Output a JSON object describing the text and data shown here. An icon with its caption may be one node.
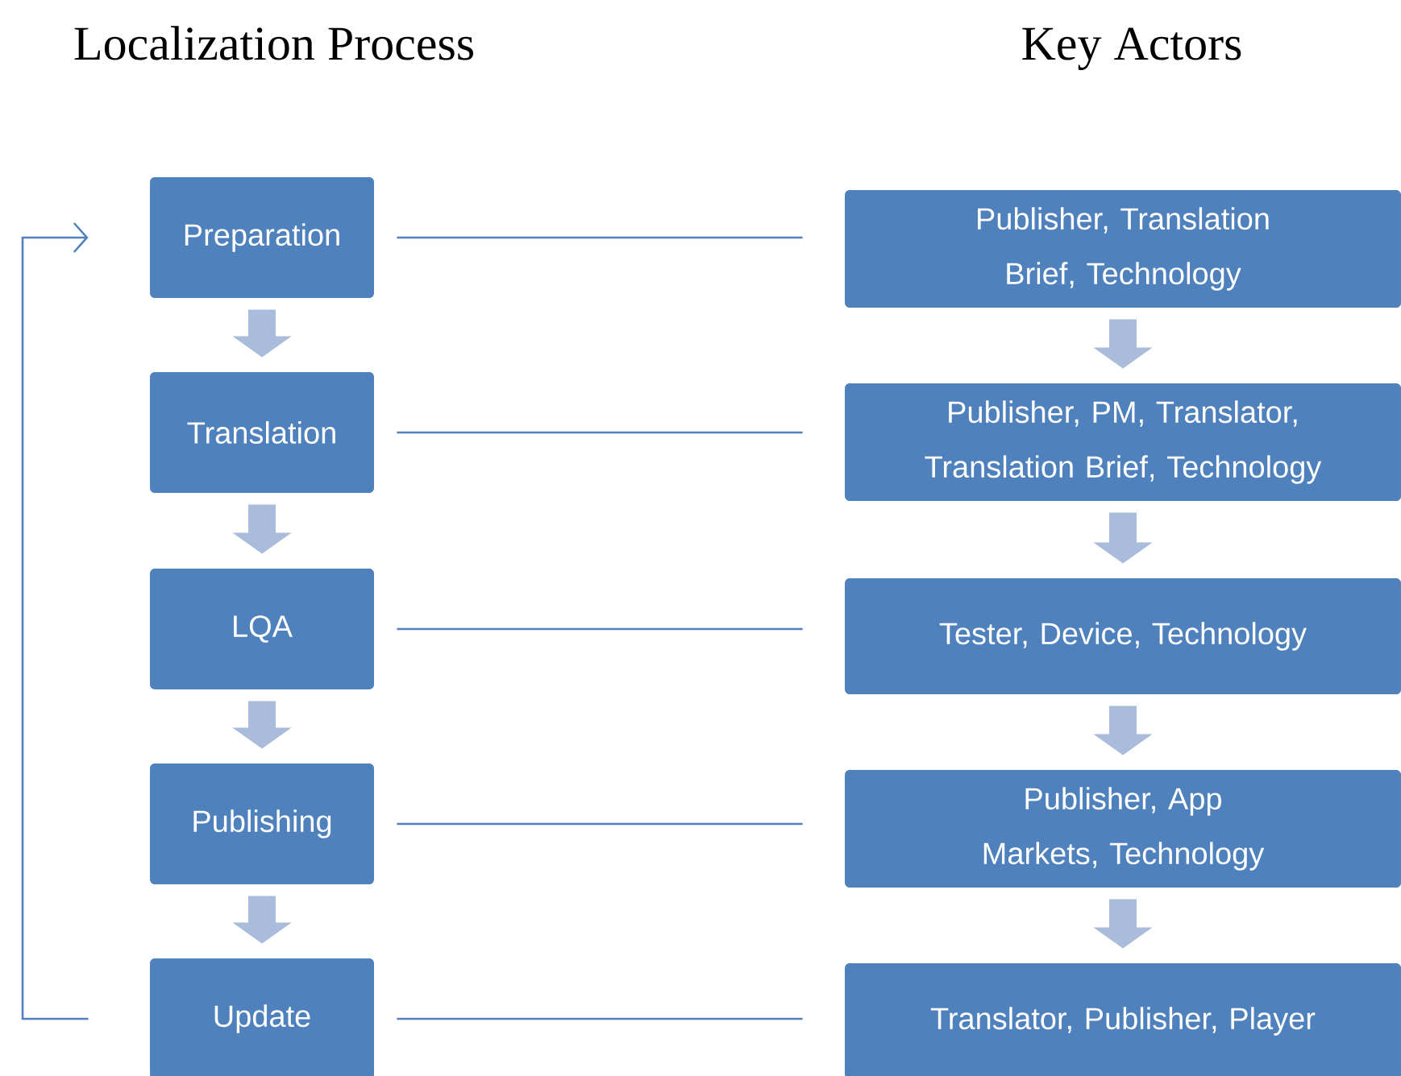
{
  "diagram": {
    "nodes": [
      {
        "text": [
          "Preparation"
        ]
      },
      {
        "text": [
          "Translation"
        ]
      },
      {
        "text": [
          "LQA"
        ]
      },
      {
        "text": [
          "Publishing"
        ]
      },
      {
        "text": [
          "Update"
        ]
      },
      {
        "text": [
          "Publisher, Translation Brief, Technology"
        ]
      },
      {
        "text": [
          "Publisher, PM, Translator, Translation Brief, Technology"
        ]
      },
      {
        "text": [
          "Tester, Device, Technology"
        ]
      },
      {
        "text": [
          "Publisher, App Markets, Technology"
        ]
      },
      {
        "text": [
          "Translator, Publisher, Player"
        ]
      }
    ],
    "edges": [
      {
        "from": 0,
        "to": 1,
        "arrow": "to",
        "color": "#a9bcdc"
      },
      {
        "from": 1,
        "to": 2,
        "arrow": "to",
        "color": "#a9bcdc"
      },
      {
        "from": 2,
        "to": 3,
        "arrow": "to",
        "color": "#a9bcdc"
      },
      {
        "from": 3,
        "to": 4,
        "arrow": "to",
        "color": "#a9bcdc"
      },
      {
        "from": 5,
        "to": 6,
        "arrow": "to",
        "color": "#a9bcdc"
      },
      {
        "from": 6,
        "to": 7,
        "arrow": "to",
        "color": "#a9bcdc"
      },
      {
        "from": 7,
        "to": 8,
        "arrow": "to",
        "color": "#a9bcdc"
      },
      {
        "from": 8,
        "to": 9,
        "arrow": "to",
        "color": "#a9bcdc"
      },
      {
        "from": 0,
        "to": 5,
        "arrow": "none"
      },
      {
        "from": 1,
        "to": 6,
        "arrow": "none"
      },
      {
        "from": 2,
        "to": 7,
        "arrow": "none"
      },
      {
        "from": 3,
        "to": 8,
        "arrow": "none"
      },
      {
        "from": 4,
        "to": 9,
        "arrow": "none"
      },
      {
        "from": 4,
        "to": 0,
        "arrow": "to"
      }
    ],
    "labels": [
      "Localization Process",
      "Key Actors"
    ]
  }
}
